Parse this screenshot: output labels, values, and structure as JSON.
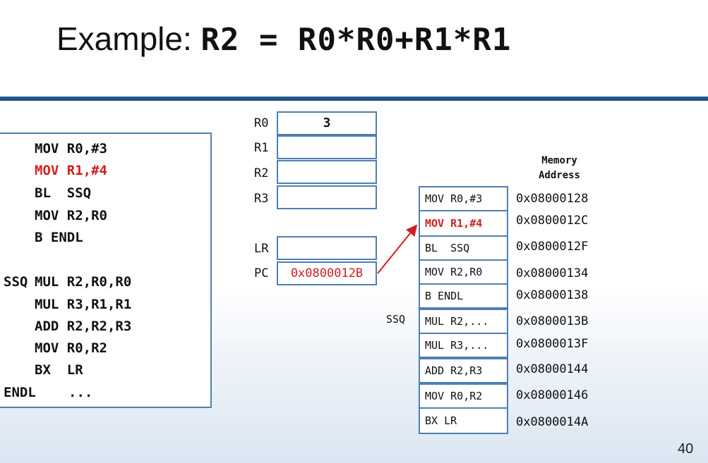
{
  "title": {
    "prefix": "Example: ",
    "expression": "R2 = R0*R0+R1*R1"
  },
  "code": [
    {
      "label": "",
      "instr": "MOV R0,#3",
      "highlight": false
    },
    {
      "label": "",
      "instr": "MOV R1,#4",
      "highlight": true
    },
    {
      "label": "",
      "instr": "BL  SSQ",
      "highlight": false
    },
    {
      "label": "",
      "instr": "MOV R2,R0",
      "highlight": false
    },
    {
      "label": "",
      "instr": "B ENDL",
      "highlight": false
    },
    {
      "label": "SSQ",
      "instr": "MUL R2,R0,R0",
      "highlight": false
    },
    {
      "label": "",
      "instr": "MUL R3,R1,R1",
      "highlight": false
    },
    {
      "label": "",
      "instr": "ADD R2,R2,R3",
      "highlight": false
    },
    {
      "label": "",
      "instr": "MOV R0,R2",
      "highlight": false
    },
    {
      "label": "",
      "instr": "BX  LR",
      "highlight": false
    },
    {
      "label": "ENDL",
      "instr": "...",
      "highlight": false
    }
  ],
  "registers": {
    "R0": {
      "name": "R0",
      "value": "3"
    },
    "R1": {
      "name": "R1",
      "value": ""
    },
    "R2": {
      "name": "R2",
      "value": ""
    },
    "R3": {
      "name": "R3",
      "value": ""
    },
    "LR": {
      "name": "LR",
      "value": ""
    },
    "PC": {
      "name": "PC",
      "value": "0x0800012B"
    }
  },
  "memory": {
    "header_line1": "Memory",
    "header_line2": "Address",
    "ssq_label": "SSQ",
    "rows": [
      {
        "instr": "MOV R0,#3",
        "addr": "0x08000128",
        "highlight": false
      },
      {
        "instr": "MOV R1,#4",
        "addr": "0x0800012C",
        "highlight": true
      },
      {
        "instr": "BL  SSQ",
        "addr": "0x0800012F",
        "highlight": false
      },
      {
        "instr": "MOV R2,R0",
        "addr": "0x08000134",
        "highlight": false
      },
      {
        "instr": "B ENDL",
        "addr": "0x08000138",
        "highlight": false
      },
      {
        "instr": "MUL R2,...",
        "addr": "0x0800013B",
        "highlight": false
      },
      {
        "instr": "MUL R3,...",
        "addr": "0x0800013F",
        "highlight": false
      },
      {
        "instr": "ADD R2,R3",
        "addr": "0x08000144",
        "highlight": false
      },
      {
        "instr": "MOV R0,R2",
        "addr": "0x08000146",
        "highlight": false
      },
      {
        "instr": "BX LR",
        "addr": "0x0800014A",
        "highlight": false
      }
    ]
  },
  "colors": {
    "highlight": "#d11f1f",
    "box_border": "#4f7fb3",
    "rule": "#1a4b82"
  },
  "slide_number": "40"
}
